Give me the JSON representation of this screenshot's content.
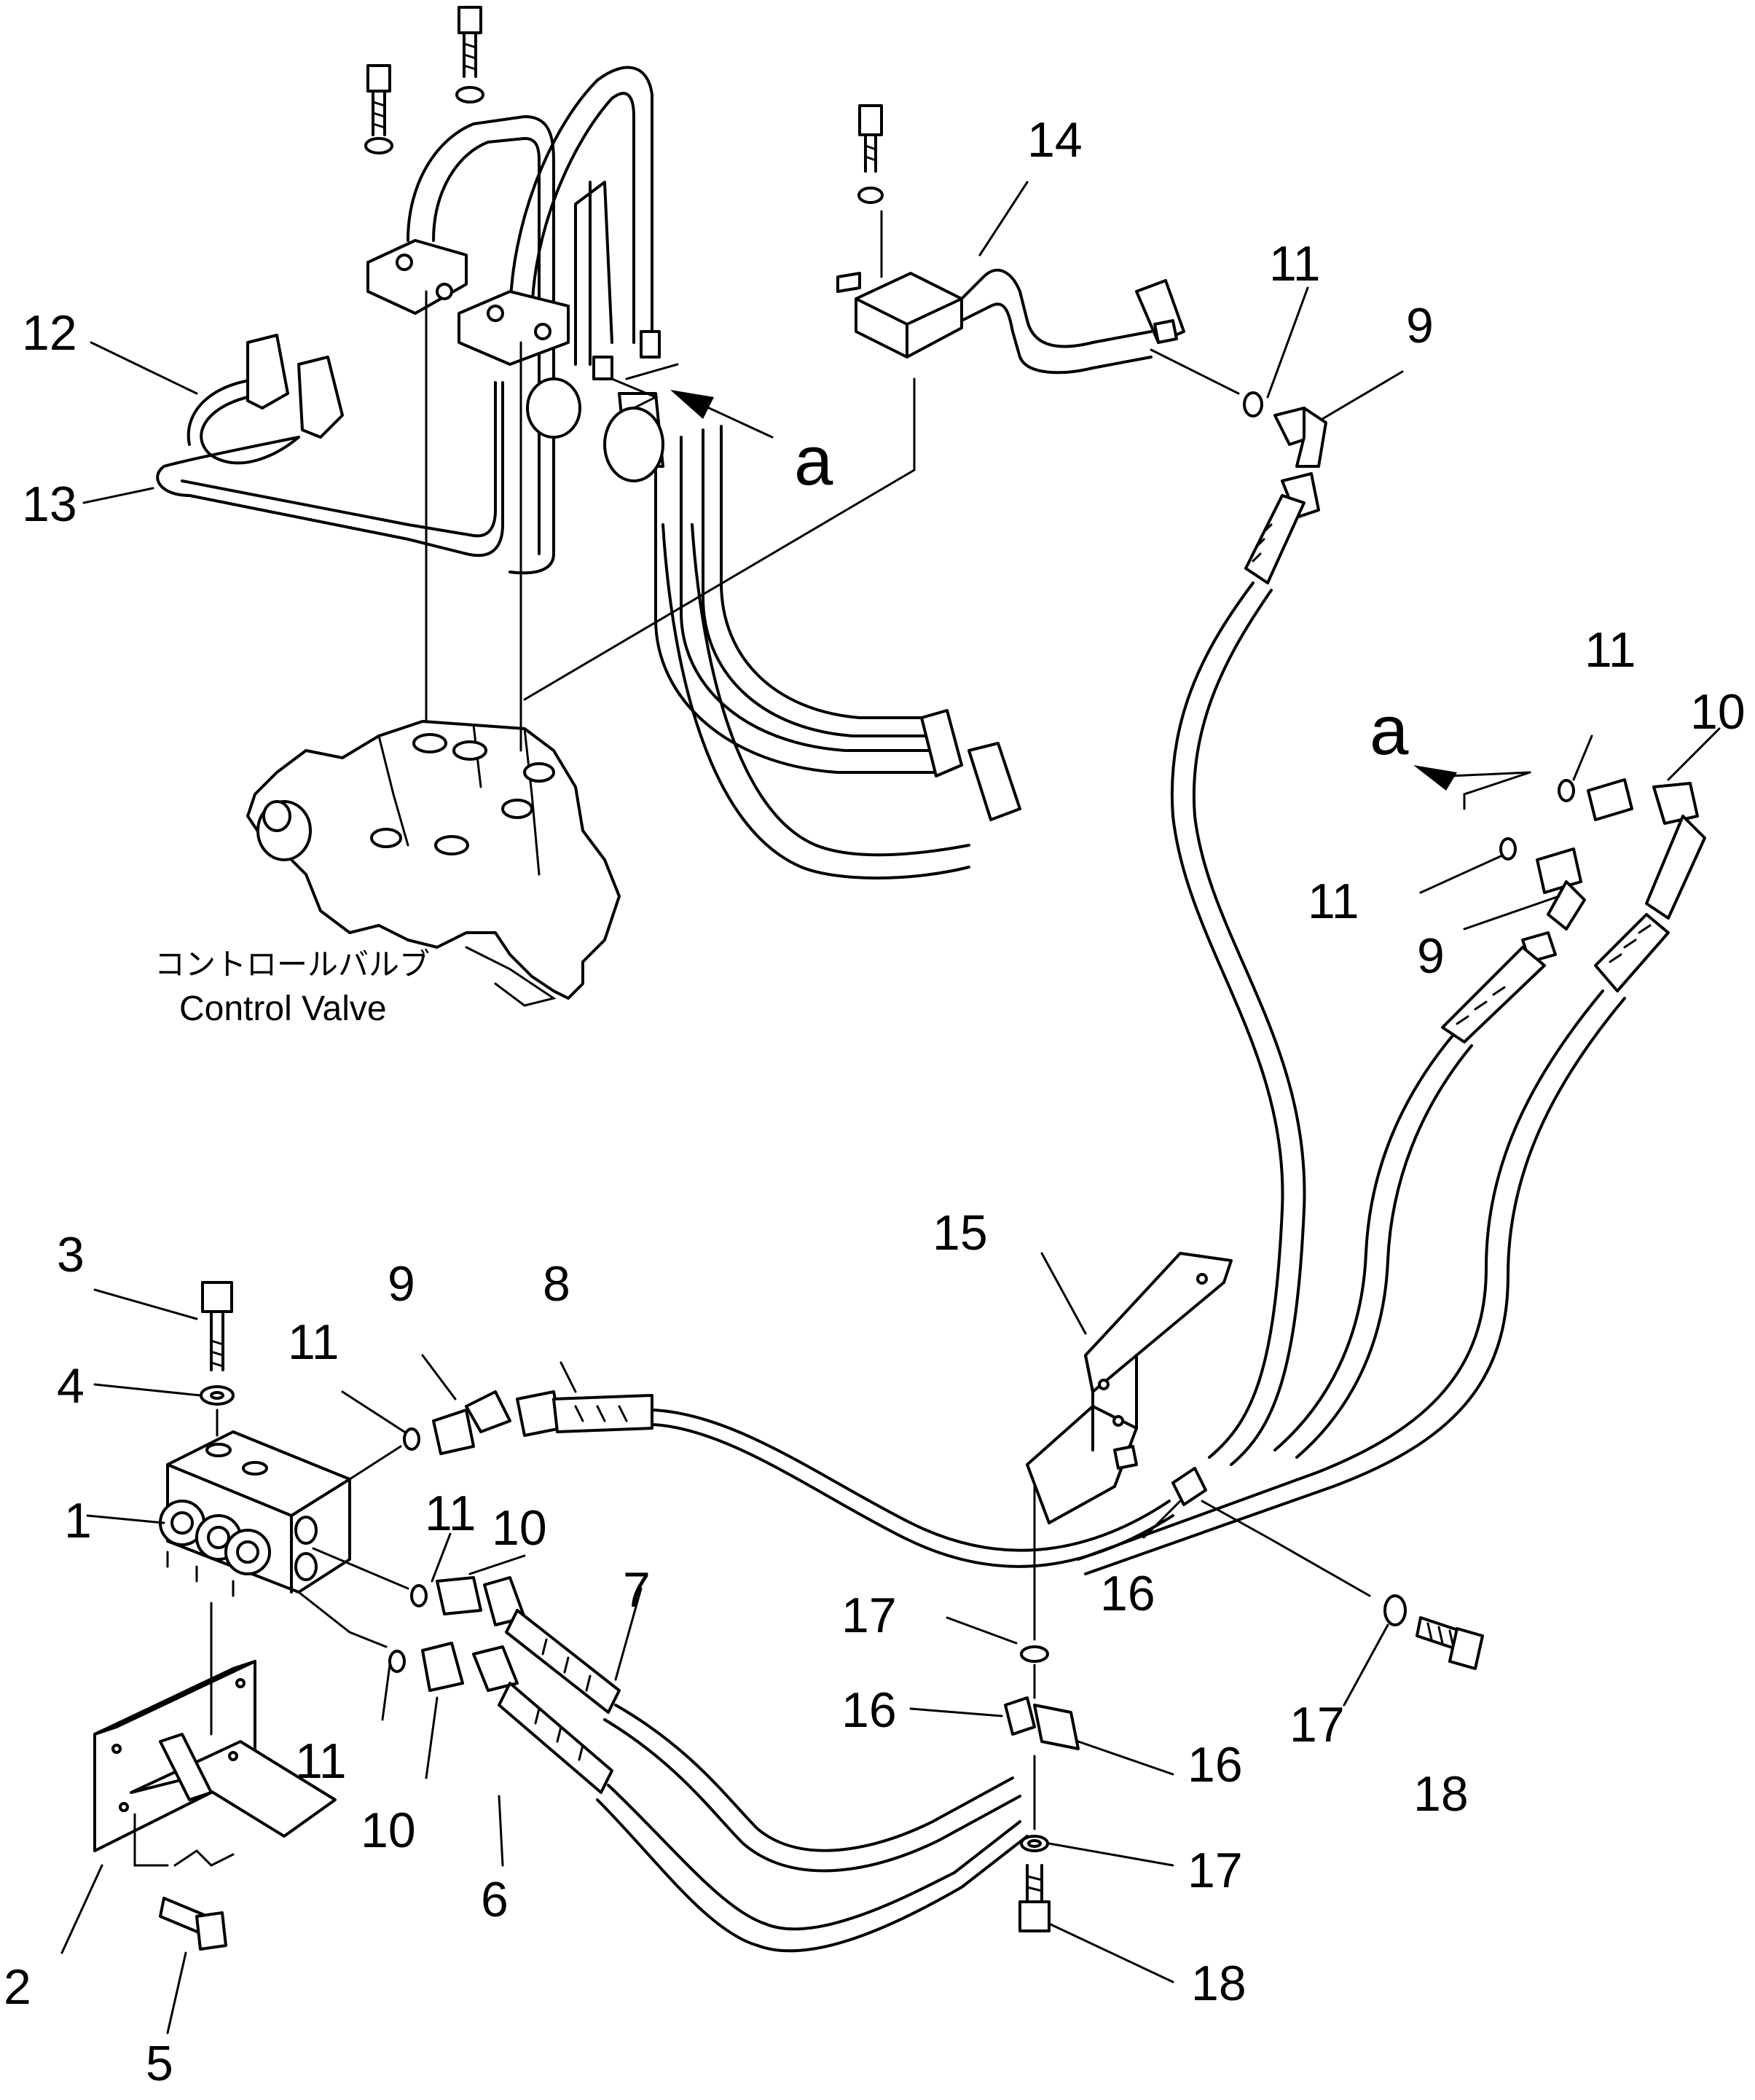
{
  "diagram": {
    "caption_jp": "コントロールバルブ",
    "caption_en": "Control Valve",
    "view_marks": [
      "a",
      "a"
    ],
    "callouts": [
      "1",
      "2",
      "3",
      "4",
      "5",
      "6",
      "7",
      "8",
      "9",
      "9",
      "9",
      "10",
      "10",
      "10",
      "11",
      "11",
      "11",
      "11",
      "11",
      "11",
      "12",
      "13",
      "14",
      "15",
      "16",
      "16",
      "16",
      "17",
      "17",
      "17",
      "18",
      "18"
    ]
  }
}
